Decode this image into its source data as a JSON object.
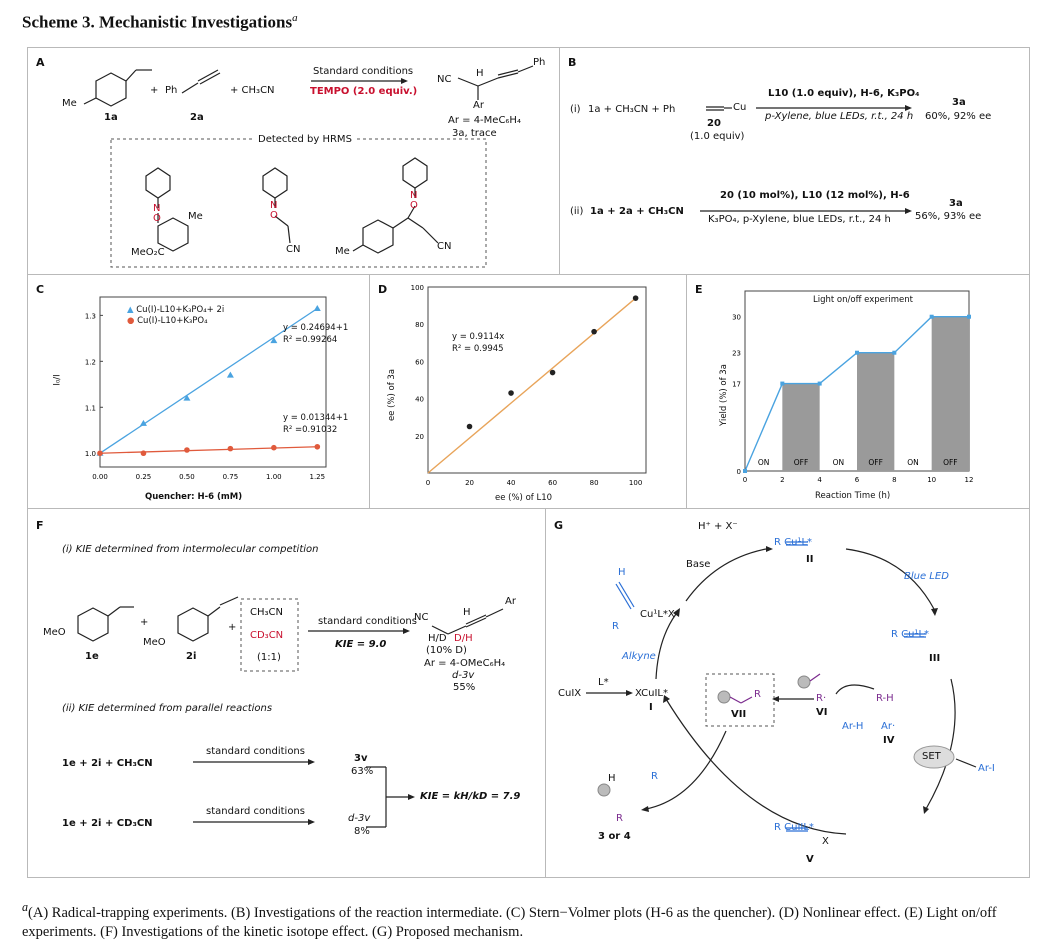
{
  "scheme": {
    "title": "Scheme 3. Mechanistic Investigations",
    "title_sup": "a"
  },
  "A": {
    "label": "A",
    "sm1": "1a",
    "sm2": "2a",
    "me": "Me",
    "ph": "Ph",
    "plus": "+",
    "acn": "+ CH₃CN",
    "arrow_top": "Standard conditions",
    "arrow_bottom": "TEMPO (2.0 equiv.)",
    "product_nc": "NC",
    "product_h": "H",
    "product_ar": "Ar",
    "product_ph": "Ph",
    "ar_def": "Ar = 4-MeC₆H₄",
    "product_name": "3a, trace",
    "detected": "Detected by HRMS",
    "adduct1_me": "Me",
    "adduct1_ester": "MeO₂C",
    "adduct1_n": "N",
    "adduct1_o": "O",
    "adduct2_cn": "CN",
    "adduct2_n": "N",
    "adduct2_o": "O",
    "adduct3_cn": "CN",
    "adduct3_me": "Me",
    "adduct3_n": "N",
    "adduct3_o": "O"
  },
  "B": {
    "label": "B",
    "i_label": "(i)",
    "i_reactants": "1a  +  CH₃CN  +  Ph",
    "i_cu": "Cu",
    "i_cmpd": "20",
    "i_equiv": "(1.0 equiv)",
    "i_top": "L10 (1.0 equiv), H-6, K₃PO₄",
    "i_bottom": "p-Xylene, blue LEDs, r.t., 24 h",
    "i_product": "3a",
    "i_yield": "60%, 92% ee",
    "ii_label": "(ii)",
    "ii_reactants": "1a  +  2a  +  CH₃CN",
    "ii_top": "20 (10 mol%), L10 (12 mol%), H-6",
    "ii_bottom": "K₃PO₄, p-Xylene, blue LEDs, r.t., 24 h",
    "ii_product": "3a",
    "ii_yield": "56%, 93% ee"
  },
  "C": {
    "label": "C",
    "legend1": "Cu(I)-L10+K₃PO₄+ 2i",
    "legend2": "Cu(I)-L10+K₃PO₄",
    "eq1": "y = 0.24694+1",
    "r1": "R² =0.99264",
    "eq2": "y = 0.01344+1",
    "r2": "R² =0.91032",
    "xlabel": "Quencher:  H-6 (mM)",
    "ylabel": "I₀/I",
    "xticks": [
      "0.00",
      "0.25",
      "0.50",
      "0.75",
      "1.00",
      "1.25"
    ],
    "yticks": [
      "1.0",
      "1.1",
      "1.2",
      "1.3"
    ]
  },
  "D": {
    "label": "D",
    "eq": "y = 0.9114x",
    "r": "R² = 0.9945",
    "xlabel": "ee (%) of L10",
    "ylabel": "ee (%) of 3a",
    "xticks": [
      "0",
      "20",
      "40",
      "60",
      "80",
      "100"
    ],
    "yticks": [
      "20",
      "40",
      "60",
      "80",
      "100"
    ]
  },
  "E": {
    "label": "E",
    "title": "Light on/off  experiment",
    "xlabel": "Reaction Time (h)",
    "ylabel": "Yield (%) of 3a",
    "xticks": [
      "0",
      "2",
      "4",
      "6",
      "8",
      "10",
      "12"
    ],
    "yticks": [
      "0",
      "17",
      "23",
      "30"
    ],
    "on": "ON",
    "off": "OFF"
  },
  "F": {
    "label": "F",
    "i_title": "(i) KIE determined from intermolecular competition",
    "sm1": "1e",
    "sm2": "2i",
    "meo1": "MeO",
    "meo2": "MeO",
    "box1": "CH₃CN",
    "box2": "CD₃CN",
    "box3": "(1:1)",
    "arrow_top": "standard conditions",
    "arrow_bottom": "KIE = 9.0",
    "prod_nc": "NC",
    "prod_h": "H",
    "prod_ar": "Ar",
    "prod_hd": "H/D",
    "prod_dh": "D/H",
    "prod_pct": "(10% D)",
    "ar_def": "Ar = 4-OMeC₆H₄",
    "prod_name": "d-3v",
    "prod_yield": "55%",
    "ii_title": "(ii) KIE determined from parallel reactions",
    "r1": "1e  +  2i  +  CH₃CN",
    "r2": "1e  +  2i  +  CD₃CN",
    "c1": "standard conditions",
    "c2": "standard conditions",
    "p1": "3v",
    "y1": "63%",
    "p2": "d-3v",
    "y2": "8%",
    "kie": "KIE = kH/kD = 7.9"
  },
  "G": {
    "label": "G",
    "hx": "H⁺ + X⁻",
    "base": "Base",
    "cpd2": "R      Cu¹L*",
    "cpd2_num": "II",
    "blue_led": "Blue LED",
    "cpd3": "R      Cu¹L*",
    "cpd3_num": "III",
    "alkyne": "Alkyne",
    "cu_lx": "Cu¹L*X",
    "r_alk": "R",
    "h_alk": "H",
    "cuix": "CuIX",
    "lstar": "L*",
    "xcul": "XCuIL*",
    "cpd1_num": "I",
    "vii": "VII",
    "r_vii": "R",
    "rdot": "R·",
    "rh": "R-H",
    "cpd6_num": "VI",
    "arh": "Ar-H",
    "ardot": "Ar·",
    "cpd4_num": "IV",
    "set": "SET",
    "ari": "Ar-I",
    "cpd5": "R      CuIIL*",
    "cpd5_x": "X",
    "cpd5_num": "V",
    "prod_h": "H",
    "prod_r": "R",
    "prod_r2": "R",
    "prod_name": "3 or 4"
  },
  "caption": "(A) Radical-trapping experiments. (B) Investigations of the reaction intermediate. (C) Stern−Volmer plots (H-6 as the quencher). (D) Nonlinear effect. (E) Light on/off experiments. (F) Investigations of the kinetic isotope effect. (G) Proposed mechanism.",
  "caption_sup": "a",
  "chart_data": [
    {
      "type": "scatter",
      "title": "",
      "xlabel": "Quencher: H-6 (mM)",
      "ylabel": "I₀/I",
      "xlim": [
        0,
        1.3
      ],
      "ylim": [
        0.97,
        1.34
      ],
      "series": [
        {
          "name": "Cu(I)-L10+K₃PO₄+ 2i",
          "color": "#4aa3e0",
          "x": [
            0,
            0.25,
            0.5,
            0.75,
            1.0,
            1.25
          ],
          "y": [
            1.0,
            1.065,
            1.12,
            1.17,
            1.245,
            1.315
          ]
        },
        {
          "name": "Cu(I)-L10+K₃PO₄",
          "color": "#e05a3c",
          "x": [
            0,
            0.25,
            0.5,
            0.75,
            1.0,
            1.25
          ],
          "y": [
            1.0,
            1.0,
            1.007,
            1.01,
            1.012,
            1.014
          ]
        }
      ]
    },
    {
      "type": "scatter",
      "title": "",
      "xlabel": "ee (%) of L10",
      "ylabel": "ee (%) of 3a",
      "xlim": [
        0,
        105
      ],
      "ylim": [
        0,
        100
      ],
      "series": [
        {
          "name": "",
          "color": "#222",
          "x": [
            20,
            40,
            60,
            80,
            100
          ],
          "y": [
            25,
            43,
            54,
            76,
            94
          ]
        }
      ]
    },
    {
      "type": "line",
      "title": "Light on/off  experiment",
      "xlabel": "Reaction Time (h)",
      "ylabel": "Yield (%) of 3a",
      "xlim": [
        0,
        12
      ],
      "ylim": [
        0,
        35
      ],
      "series": [
        {
          "name": "",
          "color": "#4aa3e0",
          "x": [
            0,
            2,
            4,
            6,
            8,
            10,
            12
          ],
          "y": [
            0,
            17,
            17,
            23,
            23,
            30,
            30
          ]
        }
      ]
    }
  ]
}
